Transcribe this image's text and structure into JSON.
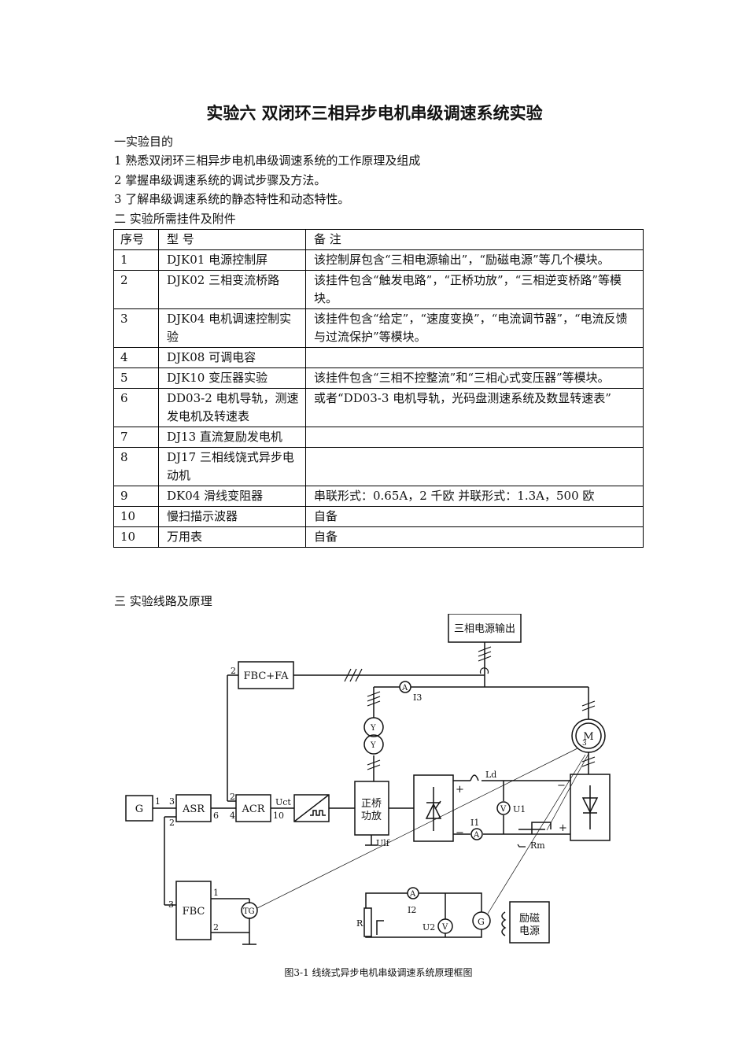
{
  "title": "实验六 双闭环三相异步电机串级调速系统实验",
  "section1": {
    "heading": "一实验目的",
    "items": [
      "1 熟悉双闭环三相异步电机串级调速系统的工作原理及组成",
      "2  掌握串级调速系统的调试步骤及方法。",
      "3  了解串级调速系统的静态特性和动态特性。"
    ]
  },
  "section2": {
    "heading": "二  实验所需挂件及附件",
    "table": {
      "headers": [
        "序号",
        "型                号",
        "备                                    注"
      ],
      "rows": [
        [
          "1",
          "DJK01 电源控制屏",
          "该控制屏包含“三相电源输出”，“励磁电源”等几个模块。"
        ],
        [
          "2",
          "DJK02 三相变流桥路",
          "该挂件包含“触发电路”，“正桥功放”，“三相逆变桥路”等模块。"
        ],
        [
          "3",
          "DJK04 电机调速控制实验",
          "该挂件包含“给定”，“速度变换”，“电流调节器”，“电流反馈与过流保护”等模块。"
        ],
        [
          "4",
          "DJK08 可调电容",
          ""
        ],
        [
          "5",
          "DJK10 变压器实验",
          "该挂件包含“三相不控整流”和“三相心式变压器”等模块。"
        ],
        [
          "6",
          "DD03-2 电机导轨，测速发电机及转速表",
          "或者“DD03-3 电机导轨，光码盘测速系统及数显转速表”"
        ],
        [
          "7",
          "DJ13 直流复励发电机",
          ""
        ],
        [
          "8",
          "DJ17  三相线饶式异步电动机",
          ""
        ],
        [
          "9",
          "DK04 滑线变阻器",
          "串联形式：0.65A，2 千欧  并联形式：1.3A，500 欧"
        ],
        [
          "10",
          "慢扫描示波器",
          "自备"
        ],
        [
          "10",
          "万用表",
          "自备"
        ]
      ]
    }
  },
  "section3": {
    "heading": "三  实验线路及原理"
  },
  "diagram": {
    "power_box": "三相电源输出",
    "fbc_fa": "FBC+FA",
    "g": "G",
    "asr": "ASR",
    "acr": "ACR",
    "fbc": "FBC",
    "tg": "TG",
    "uct": "Uct",
    "bridge_l1": "正桥",
    "bridge_l2": "功放",
    "ulf": "Ulf",
    "ld": "Ld",
    "u1": "U1",
    "i1": "I1",
    "i2": "I2",
    "i3": "I3",
    "u2": "U2",
    "rm": "Rm",
    "r": "R",
    "m": "M",
    "m3": "3",
    "g2": "G",
    "ammeter": "A",
    "voltmeter": "V",
    "y": "Y",
    "exc_l1": "励磁",
    "exc_l2": "电源",
    "plus": "+",
    "minus": "−",
    "pins": {
      "p1": "1",
      "p2": "2",
      "p3": "3",
      "p4": "4",
      "p6": "6",
      "p10": "10"
    }
  },
  "caption": "图3-1  线绕式异步电机串级调速系统原理框图"
}
